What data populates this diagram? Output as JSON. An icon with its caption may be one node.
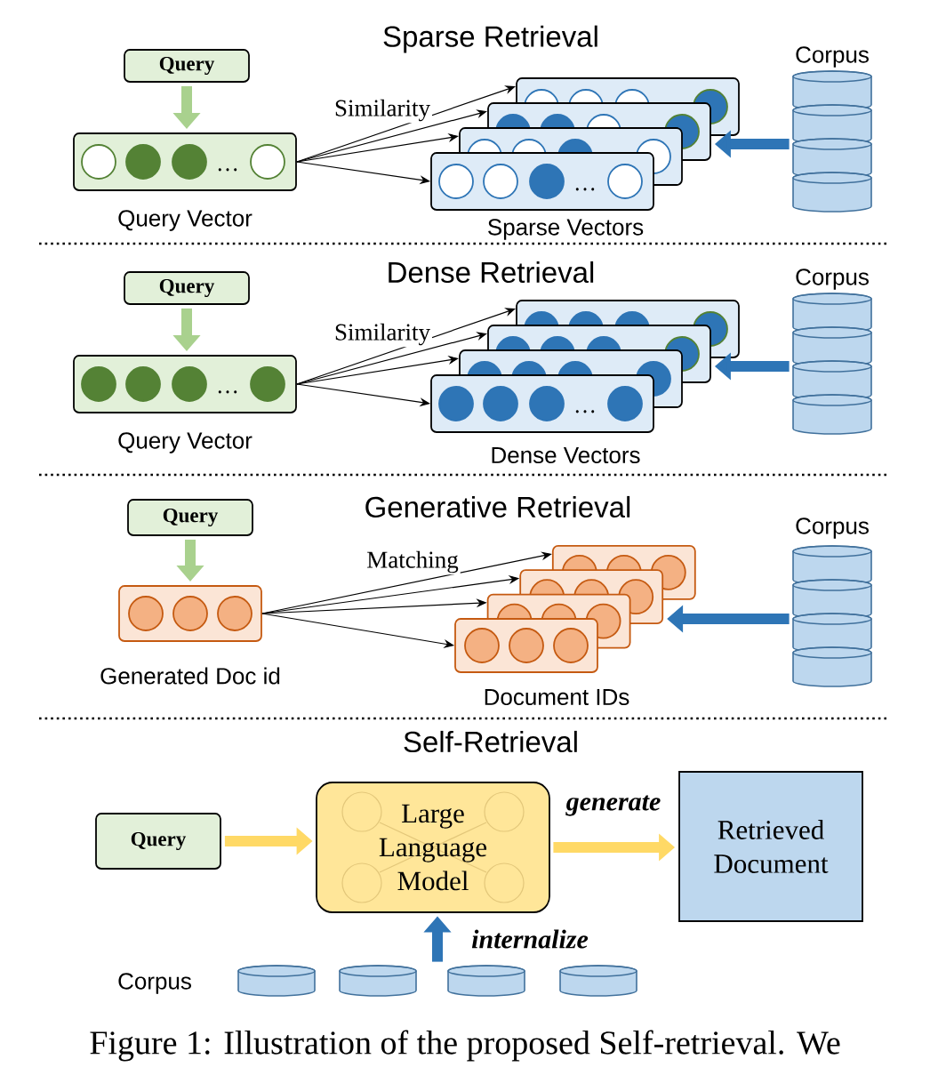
{
  "diagram": {
    "caption": "Figure 1: Illustration of the proposed Self-retrieval. We",
    "nodes": [
      {
        "text": [
          "Query"
        ]
      },
      {
        "text": [
          "…"
        ],
        "beside": [
          "Query Vector"
        ]
      },
      {
        "text": [],
        "shape": "box"
      },
      {
        "text": [],
        "shape": "box"
      },
      {
        "text": [],
        "shape": "box"
      },
      {
        "text": [
          "…"
        ]
      },
      {
        "text": [],
        "shape": "cylinder",
        "beside": [
          "Corpus"
        ]
      },
      {
        "text": [
          "Query"
        ]
      },
      {
        "text": [
          "…"
        ],
        "beside": [
          "Query Vector"
        ]
      },
      {
        "text": [],
        "shape": "box"
      },
      {
        "text": [],
        "shape": "box"
      },
      {
        "text": [],
        "shape": "box"
      },
      {
        "text": [
          "…"
        ]
      },
      {
        "text": [],
        "shape": "cylinder",
        "beside": [
          "Corpus"
        ]
      },
      {
        "text": [
          "Query"
        ]
      },
      {
        "text": [],
        "shape": "box",
        "beside": [
          "Generated Doc id"
        ]
      },
      {
        "text": [],
        "shape": "box"
      },
      {
        "text": [],
        "shape": "box"
      },
      {
        "text": [],
        "shape": "box"
      },
      {
        "text": [],
        "shape": "box"
      },
      {
        "text": [],
        "shape": "cylinder",
        "beside": [
          "Corpus"
        ]
      },
      {
        "text": [
          "Query"
        ]
      },
      {
        "text": [
          "Large Language Model"
        ]
      },
      {
        "text": [
          "Retrieved Document"
        ]
      },
      {
        "text": [],
        "shape": "cylinder",
        "beside": [
          "Corpus"
        ]
      }
    ],
    "edges": [
      {
        "from": 0,
        "to": 1,
        "arrow": "to",
        "style": "thick",
        "color": "#a9d18e"
      },
      {
        "from": 1,
        "to": 2,
        "arrow": "to",
        "label": "Similarity"
      },
      {
        "from": 1,
        "to": 3,
        "arrow": "to"
      },
      {
        "from": 1,
        "to": 4,
        "arrow": "to"
      },
      {
        "from": 1,
        "to": 5,
        "arrow": "to"
      },
      {
        "from": 6,
        "to": 3,
        "arrow": "to",
        "style": "thick",
        "color": "#2e75b6"
      },
      {
        "from": 7,
        "to": 8,
        "arrow": "to",
        "style": "thick",
        "color": "#a9d18e"
      },
      {
        "from": 8,
        "to": 9,
        "arrow": "to",
        "label": "Similarity"
      },
      {
        "from": 8,
        "to": 10,
        "arrow": "to"
      },
      {
        "from": 8,
        "to": 11,
        "arrow": "to"
      },
      {
        "from": 8,
        "to": 12,
        "arrow": "to"
      },
      {
        "from": 13,
        "to": 10,
        "arrow": "to",
        "style": "thick",
        "color": "#2e75b6"
      },
      {
        "from": 14,
        "to": 15,
        "arrow": "to",
        "style": "thick",
        "color": "#a9d18e"
      },
      {
        "from": 15,
        "to": 16,
        "arrow": "to",
        "label": "Matching"
      },
      {
        "from": 15,
        "to": 17,
        "arrow": "to"
      },
      {
        "from": 15,
        "to": 18,
        "arrow": "to"
      },
      {
        "from": 15,
        "to": 19,
        "arrow": "to"
      },
      {
        "from": 20,
        "to": 17,
        "arrow": "to",
        "style": "thick",
        "color": "#2e75b6"
      },
      {
        "from": 21,
        "to": 22,
        "arrow": "to",
        "style": "thick",
        "color": "#ffd966"
      },
      {
        "from": 22,
        "to": 23,
        "arrow": "to",
        "style": "thick",
        "color": "#ffd966",
        "label": "generate"
      },
      {
        "from": 24,
        "to": 22,
        "arrow": "to",
        "style": "thick",
        "color": "#2e75b6",
        "label": "internalize"
      }
    ],
    "labels": [
      "Sparse Retrieval",
      "Sparse Vectors",
      "Dense Retrieval",
      "Dense Vectors",
      "Generative Retrieval",
      "Document IDs",
      "Self-Retrieval"
    ]
  }
}
